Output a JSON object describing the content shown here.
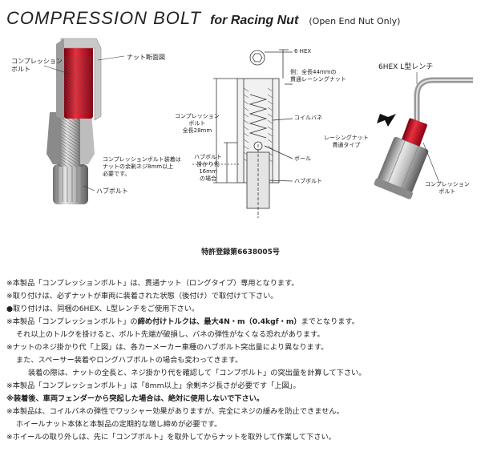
{
  "header": {
    "title_main": "COMPRESSION BOLT",
    "title_sub": "for Racing Nut",
    "title_note": "(Open End Nut Only)"
  },
  "figure_left": {
    "label_compression_bolt": "コンプレッション\nボルト",
    "label_nut_section": "ナット断面図",
    "label_hub_bolt": "ハブボルト"
  },
  "figure_center": {
    "label_hex": "6 HEX",
    "label_example": "例：全長44mmの\n貫通レーシングナット",
    "label_bolt_length": "コンプレッション\nボルト\n全長28mm",
    "label_coil_spring": "コイルバネ",
    "label_install_note": "コンプレッションボルト装着は\nナットの余剰ネジ8mm以上\n必要です。",
    "label_engagement": "ハブボルト\n掛かり代\n16mm\nの場合",
    "label_ball": "ボール",
    "label_hub_bolt": "ハブボルト"
  },
  "figure_right": {
    "label_wrench": "6HEX L型レンチ",
    "label_racing_nut": "レーシングナット\n貫通タイプ",
    "label_compression_bolt": "コンプレッション\nボルト"
  },
  "patent": "特許登録第6638005号",
  "notes": {
    "n1": "※本製品「コンプレッションボルト」は、貫通ナット（ロングタイプ）専用となります。",
    "n2": "※取り付けは、必ずナットが車両に装着された状態（後付け）で取付けて下さい。",
    "n3": "●取り付けは、同梱の6HEX、L型レンチをご使用下さい。",
    "n4_a": "※本製品「コンプレッションボルト」の",
    "n4_b": "締め付けトルクは、最大4N・m（0.4kgf・m）",
    "n4_c": "までとなります。",
    "n5": "それ以上のトルクを掛けると、ボルト先端が破損し、バネの弾性がなくなる恐れがあります。",
    "n6": "※ナットのネジ掛かり代「上図」は、各カーメーカー車種のハブボルト突出量により異なります。",
    "n7": "また、スペーサー装着やロングハブボルトの場合も変わってきます。",
    "n8": "装着の際は、ナットの全長と、ネジ掛かり代を確認して「コンプボルト」の突出量を計算して下さい。",
    "n9": "※本製品「コンプレッションボルト」は「8mm以上」余剰ネジ長さが必要です「上図」。",
    "n10": "※装着後、車両フェンダーから突起した場合は、絶対に使用しないで下さい。",
    "n11": "※本製品は、コイルバネの弾性でワッシャー効果がありますが、完全にネジの緩みを防止できません。",
    "n12": "ホイールナット本体と本製品の定期的な増し締めが必要です。",
    "n13": "※ホイールの取り外しは、先に「コンプボルト」を取外してからナットを取外して作業して下さい。"
  },
  "colors": {
    "red": "#c8102e",
    "metal": "#9a9a9a",
    "text": "#222222"
  }
}
